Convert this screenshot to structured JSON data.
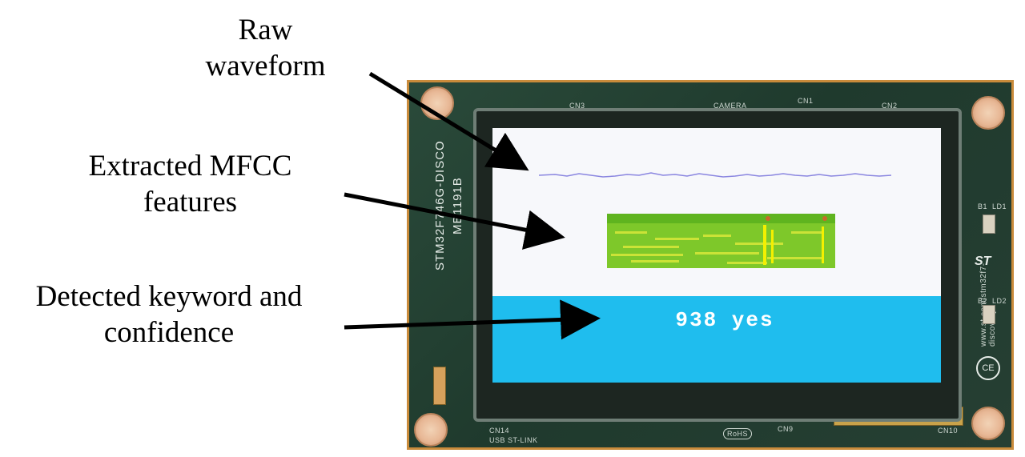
{
  "annotations": {
    "raw_waveform": "Raw\nwaveform",
    "mfcc_features": "Extracted MFCC\nfeatures",
    "detected_keyword": "Detected keyword and\nconfidence"
  },
  "display": {
    "result_text": "938 yes",
    "result_bar_color": "#1fbdee",
    "screen_background": "#f7f8fb",
    "waveform_color": "#8a86e0"
  },
  "board": {
    "model_label": "STM32F746G-DISCO",
    "board_id": "MB1191B",
    "url_label": "www.st.com/stm32f7-discovery",
    "logo": "st-logo-icon",
    "silkscreen": [
      "CN3",
      "CAMERA",
      "CN1",
      "CN2",
      "CN14",
      "USB ST-LINK",
      "RoHS",
      "CN9",
      "CN10",
      "B1",
      "B2",
      "LD1",
      "LD2"
    ]
  }
}
